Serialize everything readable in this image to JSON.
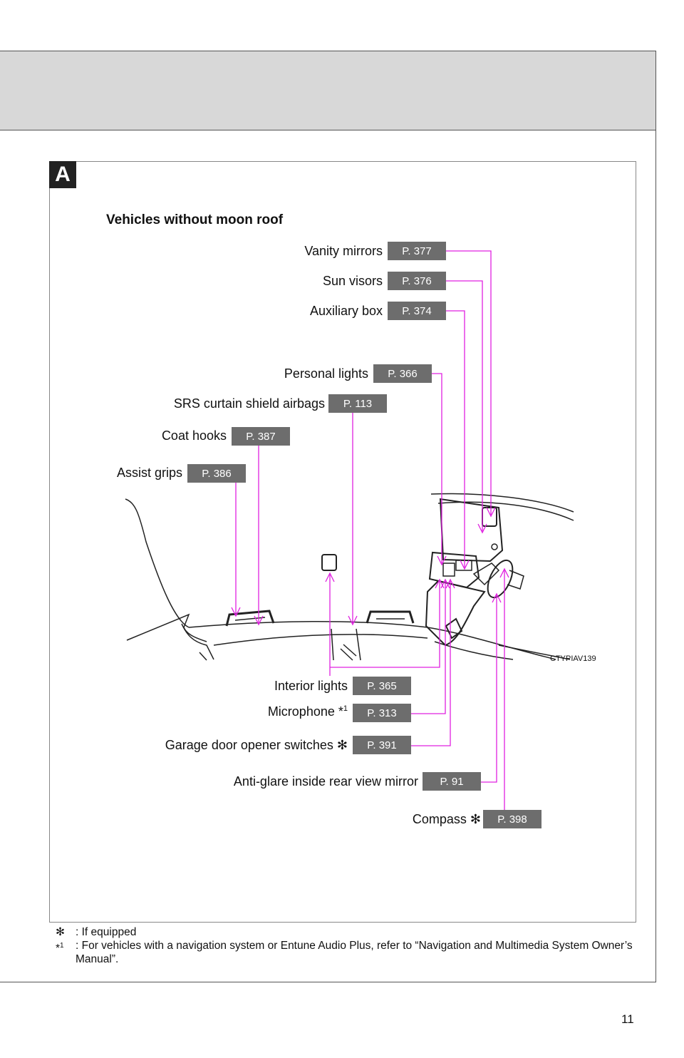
{
  "section": {
    "badge": "A",
    "subtitle": "Vehicles without moon roof"
  },
  "callouts": [
    {
      "label": "Vanity mirrors",
      "ref": "P. 377"
    },
    {
      "label": "Sun visors",
      "ref": "P. 376"
    },
    {
      "label": "Auxiliary box",
      "ref": "P. 374"
    },
    {
      "label": "Personal lights",
      "ref": "P. 366"
    },
    {
      "label": "SRS curtain shield airbags",
      "ref": "P. 113"
    },
    {
      "label": "Coat hooks",
      "ref": "P. 387"
    },
    {
      "label": "Assist grips",
      "ref": "P. 386"
    },
    {
      "label": "Interior lights",
      "ref": "P. 365"
    },
    {
      "label": "Microphone *",
      "sup": "1",
      "ref": "P. 313"
    },
    {
      "label": "Garage door opener switches ✻",
      "ref": "P. 391"
    },
    {
      "label": "Anti-glare inside rear view mirror",
      "ref": "P. 91"
    },
    {
      "label": "Compass ✻",
      "ref": "P. 398"
    }
  ],
  "image_code": "CTYPIAV139",
  "footnotes": [
    {
      "mark": "✻",
      "text": ": If equipped"
    },
    {
      "mark": "*",
      "sup": "1",
      "text": ": For vehicles with a navigation system or Entune Audio Plus, refer to “Navigation and Multimedia System Owner’s Manual”."
    }
  ],
  "page_number": "11",
  "colors": {
    "leader_line": "#e020e0",
    "ref_box": "#6d6d6d",
    "header_band": "#d8d8d8"
  }
}
